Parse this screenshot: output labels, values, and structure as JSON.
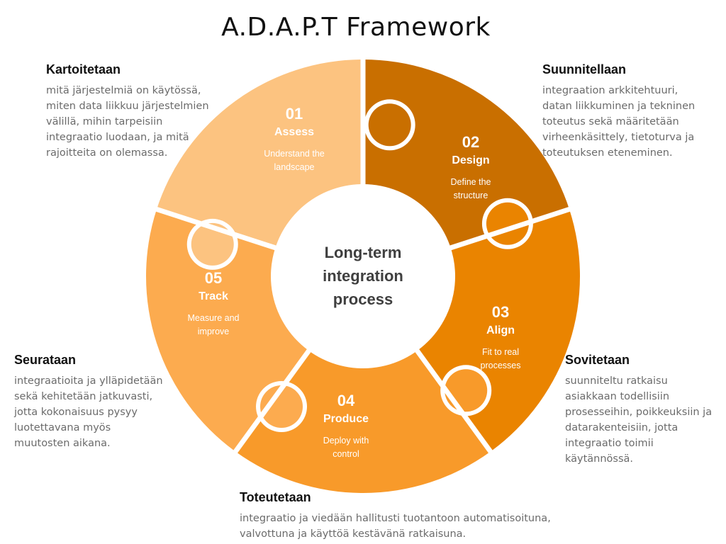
{
  "title": "A.D.A.P.T Framework",
  "center": {
    "lines": [
      "Long-term",
      "integration",
      "process"
    ]
  },
  "colors": {
    "assess": "#c96f00",
    "design": "#ea8400",
    "align": "#f89a2a",
    "produce": "#fcab4f",
    "track": "#fcc380",
    "heading": "#111111",
    "body_text": "#6b6b6b"
  },
  "segments": [
    {
      "number": "01",
      "name": "Assess",
      "sub": [
        "Understand the",
        "landscape"
      ]
    },
    {
      "number": "02",
      "name": "Design",
      "sub": [
        "Define the",
        "structure"
      ]
    },
    {
      "number": "03",
      "name": "Align",
      "sub": [
        "Fit to real",
        "processes"
      ]
    },
    {
      "number": "04",
      "name": "Produce",
      "sub": [
        "Deploy with",
        "control"
      ]
    },
    {
      "number": "05",
      "name": "Track",
      "sub": [
        "Measure and",
        "improve"
      ]
    }
  ],
  "descriptions": [
    {
      "heading": "Kartoitetaan",
      "lines": [
        "mitä järjestelmiä on käytössä,",
        "miten data liikkuu järjestelmien",
        "välillä, mihin tarpeisiin",
        "integraatio luodaan, ja mitä",
        "rajoitteita on olemassa."
      ]
    },
    {
      "heading": "Suunnitellaan",
      "lines": [
        "integraation arkkitehtuuri,",
        "datan liikkuminen ja tekninen",
        "toteutus sekä määritetään",
        "virheenkäsittely, tietoturva ja",
        "toteutuksen eteneminen."
      ]
    },
    {
      "heading": "Sovitetaan",
      "lines": [
        "suunniteltu ratkaisu",
        "asiakkaan todellisiin",
        "prosesseihin, poikkeuksiin ja",
        "datarakenteisiin, jotta",
        "integraatio toimii",
        "käytännössä."
      ]
    },
    {
      "heading": "Toteutetaan",
      "lines": [
        "integraatio ja viedään hallitusti tuotantoon automatisoituna,",
        "valvottuna ja käyttöä kestävänä ratkaisuna."
      ]
    },
    {
      "heading": "Seurataan",
      "lines": [
        "integraatioita ja ylläpidetään",
        "sekä kehitetään jatkuvasti,",
        "jotta kokonaisuus pysyy",
        "luotettavana myös",
        "muutosten aikana."
      ]
    }
  ]
}
